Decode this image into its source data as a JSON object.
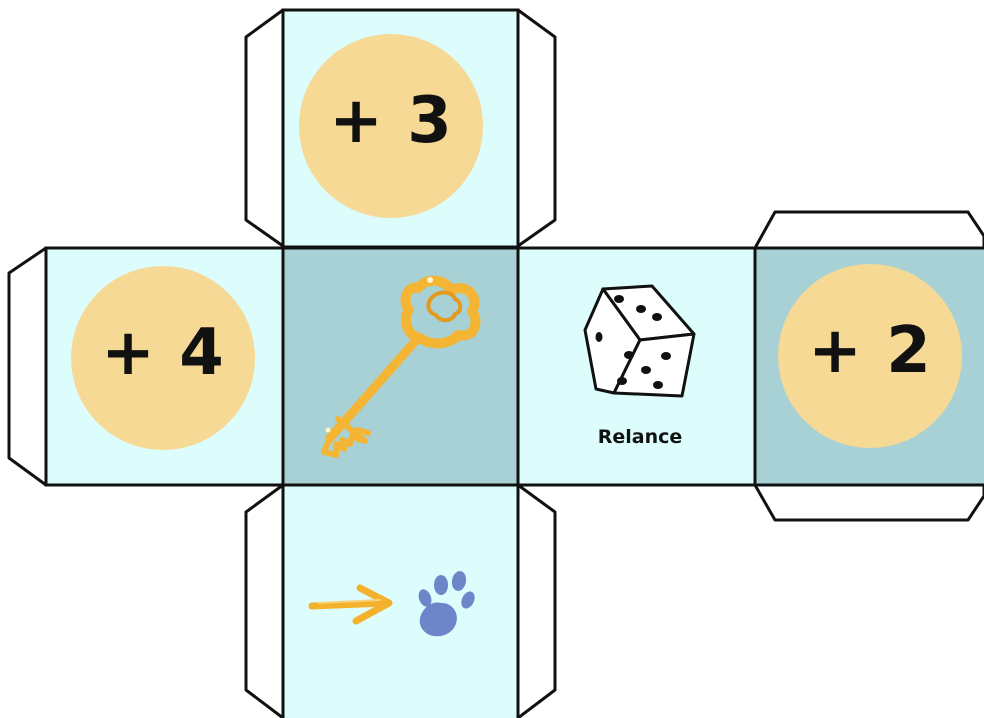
{
  "colors": {
    "face_light": "#dcfdfb",
    "face_dark": "#a8d1d5",
    "circle": "#f6d994",
    "outline": "#111111",
    "tab": "#ffffff",
    "key": "#f4b534",
    "paw": "#6d86c9",
    "arrow": "#f3b12c"
  },
  "faces": {
    "top": {
      "label": "+ 3"
    },
    "left": {
      "label": "+ 4"
    },
    "center": {
      "icon": "key-icon"
    },
    "right_middle": {
      "icon": "die-icon",
      "caption": "Relance"
    },
    "far_right": {
      "label": "+ 2"
    },
    "bottom": {
      "icons": [
        "arrow-icon",
        "paw-print-icon"
      ]
    }
  }
}
